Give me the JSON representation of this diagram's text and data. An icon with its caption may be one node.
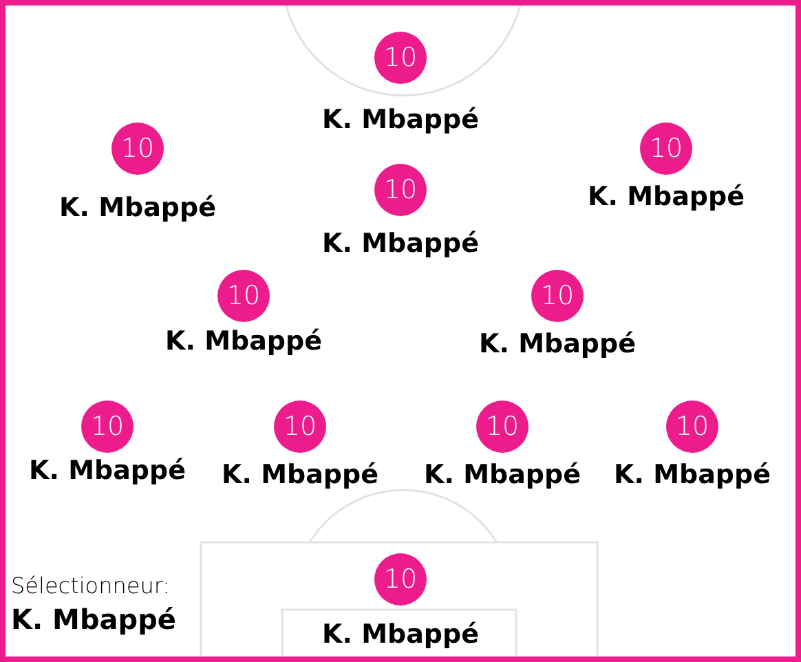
{
  "diagram": {
    "nodes": [
      {
        "text": [
          "10"
        ],
        "beside": [
          "K. Mbappé"
        ]
      },
      {
        "text": [
          "10"
        ],
        "beside": [
          "K. Mbappé"
        ]
      },
      {
        "text": [
          "10"
        ],
        "beside": [
          "K. Mbappé"
        ]
      },
      {
        "text": [
          "10"
        ],
        "beside": [
          "K. Mbappé"
        ]
      },
      {
        "text": [
          "10"
        ],
        "beside": [
          "K. Mbappé"
        ]
      },
      {
        "text": [
          "10"
        ],
        "beside": [
          "K. Mbappé"
        ]
      },
      {
        "text": [
          "10"
        ],
        "beside": [
          "K. Mbappé"
        ]
      },
      {
        "text": [
          "10"
        ],
        "beside": [
          "K. Mbappé"
        ]
      },
      {
        "text": [
          "10"
        ],
        "beside": [
          "K. Mbappé"
        ]
      },
      {
        "text": [
          "10"
        ],
        "beside": [
          "K. Mbappé"
        ]
      },
      {
        "text": [
          "10"
        ],
        "beside": [
          "K. Mbappé"
        ]
      }
    ],
    "labels": [
      "Sélectionneur:",
      "K. Mbappé"
    ]
  }
}
